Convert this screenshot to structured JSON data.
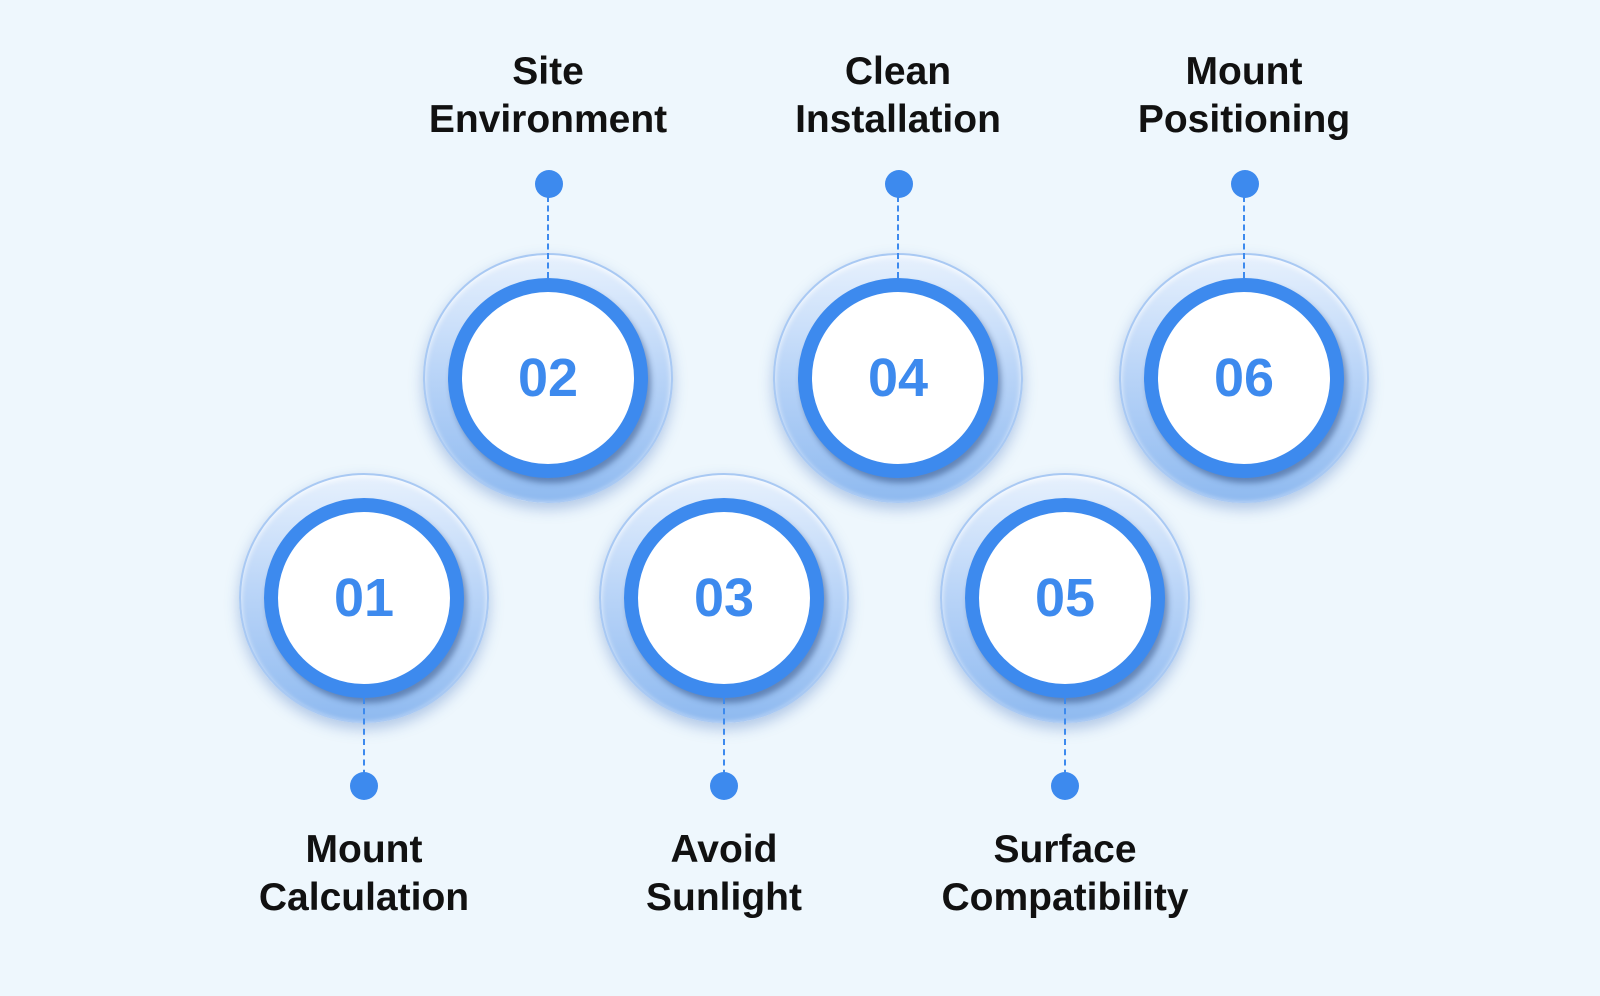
{
  "steps": [
    {
      "number": "01",
      "title_line1": "Mount",
      "title_line2": "Calculation"
    },
    {
      "number": "02",
      "title_line1": "Site",
      "title_line2": "Environment"
    },
    {
      "number": "03",
      "title_line1": "Avoid",
      "title_line2": "Sunlight"
    },
    {
      "number": "04",
      "title_line1": "Clean",
      "title_line2": "Installation"
    },
    {
      "number": "05",
      "title_line1": "Surface",
      "title_line2": "Compatibility"
    },
    {
      "number": "06",
      "title_line1": "Mount",
      "title_line2": "Positioning"
    }
  ],
  "colors": {
    "accent": "#3d8aee",
    "background": "#eef7fd",
    "text": "#111111"
  }
}
